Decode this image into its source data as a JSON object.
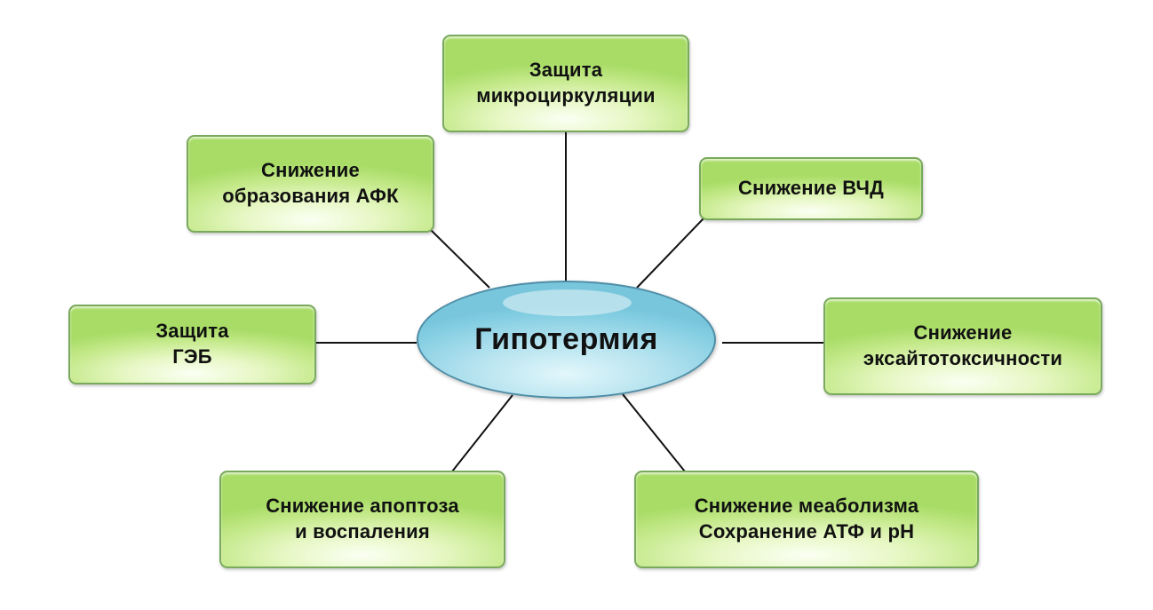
{
  "center": {
    "label": "Гипотермия"
  },
  "nodes": {
    "microcirculation": {
      "label": "Защита\nмикроциркуляции"
    },
    "icp": {
      "label": "Снижение ВЧД"
    },
    "excitotoxicity": {
      "label": "Снижение\nэксайтотоксичности"
    },
    "metabolism": {
      "label": "Снижение меаболизма\nСохранение АТФ и рН"
    },
    "apoptosis": {
      "label": "Снижение апоптоза\nи воспаления"
    },
    "bbb": {
      "label": "Защита\nГЭБ"
    },
    "ros": {
      "label": "Снижение\nобразования АФК"
    }
  },
  "colors": {
    "node_fill": "#c4e98a",
    "node_border": "#79a95c",
    "center_fill": "#86cfe3",
    "center_border": "#4f8da6",
    "line": "#111111"
  }
}
